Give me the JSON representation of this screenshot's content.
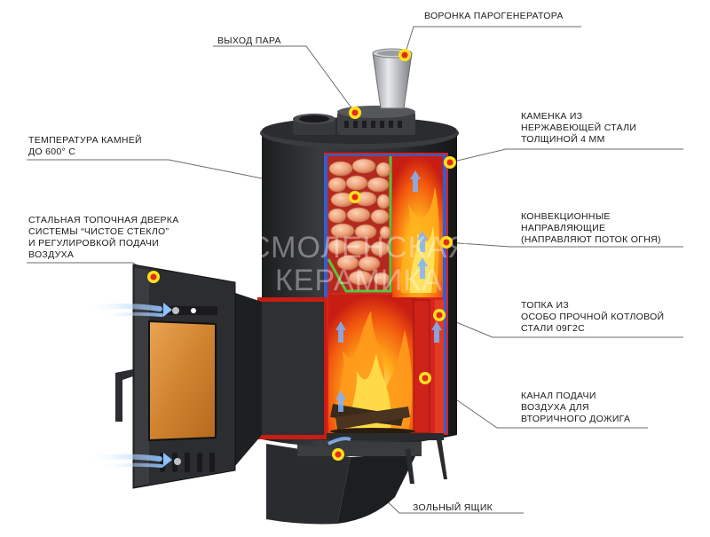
{
  "labels": {
    "steam_outlet": "ВЫХОД ПАРА",
    "steam_funnel": "ВОРОНКА ПАРОГЕНЕРАТОРА",
    "stone_temp": [
      "ТЕМПЕРАТУРА КАМНЕЙ",
      "ДО 600° С"
    ],
    "heater_steel": [
      "КАМЕНКА ИЗ",
      "НЕРЖАВЕЮЩЕЙ СТАЛИ",
      "ТОЛЩИНОЙ 4 ММ"
    ],
    "door": [
      "СТАЛЬНАЯ ТОПОЧНАЯ ДВЕРКА",
      "СИСТЕМЫ “ЧИСТОЕ СТЕКЛО”",
      "И РЕГУЛИРОВКОЙ ПОДАЧИ",
      "ВОЗДУХА"
    ],
    "convection": [
      "КОНВЕКЦИОННЫЕ",
      "НАПРАВЛЯЮЩИЕ",
      "(НАПРАВЛЯЮТ ПОТОК ОГНЯ)"
    ],
    "firebox": [
      "ТОПКА ИЗ",
      "ОСОБО ПРОЧНОЙ КОТЛОВОЙ",
      "СТАЛИ 09Г2С"
    ],
    "air_channel": [
      "КАНАЛ ПОДАЧИ",
      "ВОЗДУХА ДЛЯ",
      "ВТОРИЧНОГО ДОЖИГА"
    ],
    "ash_box": "ЗОЛЬНЫЙ ЯЩИК"
  },
  "watermark": [
    "СМОЛЕНСКАЯ",
    "КЕРАМИКА"
  ],
  "colors": {
    "stove_body": "#2f3033",
    "stove_dark": "#1f2022",
    "firebox_red": "#d8231f",
    "fire_orange": "#ff7a10",
    "stone": "#f3b08c",
    "stone_shade": "#d98a64",
    "convection_blue": "#2f5fd0",
    "green_grate": "#58c43b",
    "marker_yellow": "#ffe21a",
    "marker_red": "#e8281e",
    "glass": "#d98a36",
    "air_blue": "#a9cfff",
    "leader_line": "#555555"
  }
}
